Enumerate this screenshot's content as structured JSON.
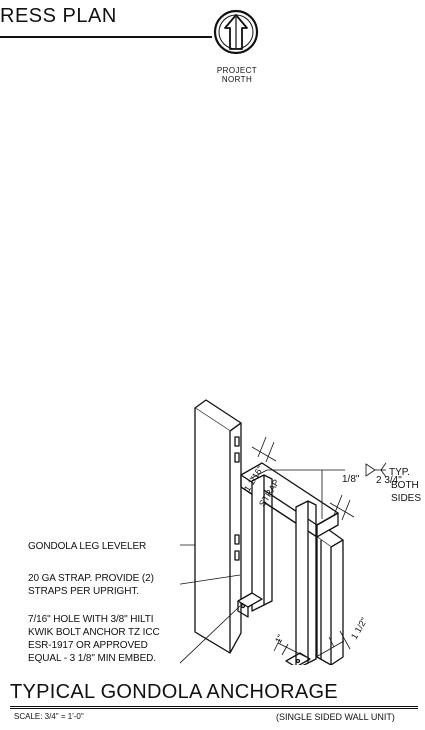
{
  "plan_title": "RESS PLAN",
  "north": {
    "label": "PROJECT\nNORTH"
  },
  "notes": {
    "leveler": "GONDOLA LEG LEVELER",
    "strap_line1": "20 GA STRAP. PROVIDE (2)",
    "strap_line2": "STRAPS PER UPRIGHT.",
    "hole_line1": "7/16\" HOLE WITH 3/8\" HILTI",
    "hole_line2": "KWIK BOLT ANCHOR TZ ICC",
    "hole_line3": "ESR-1917 OR APPROVED",
    "hole_line4": "EQUAL - 3 1/8\" MIN EMBED."
  },
  "dimensions": {
    "strap_width": "1 1/16\"",
    "strap_label": "STRAP",
    "weld_size": "1/8\"",
    "weld_length": "2 3/4\"",
    "typ_line1": "TYP.",
    "typ_line2": "BOTH",
    "typ_line3": "SIDES",
    "base_1": "1\"",
    "base_2": "1 1/2\""
  },
  "anchorage": {
    "title": "TYPICAL GONDOLA ANCHORAGE",
    "scale": "SCALE: 3/4\" = 1'-0\"",
    "unit": "(SINGLE SIDED WALL UNIT)"
  }
}
